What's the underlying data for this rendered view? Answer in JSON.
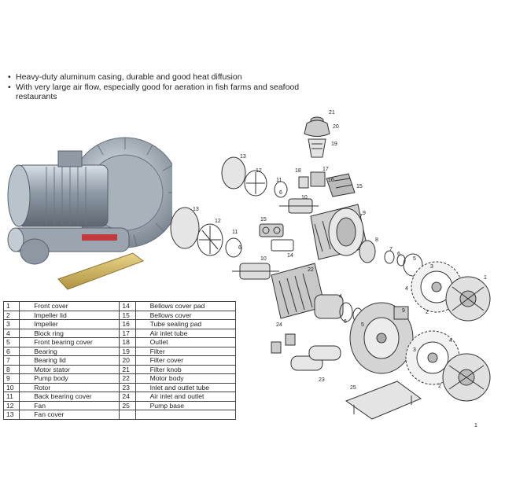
{
  "bullets": [
    "Heavy-duty aluminum casing, durable and good heat diffusion",
    "With very large air flow, especially good for aeration in fish farms and seafood restaurants"
  ],
  "parts": [
    {
      "num": "1",
      "name": "Front cover"
    },
    {
      "num": "2",
      "name": "Impeller lid"
    },
    {
      "num": "3",
      "name": "Impeller"
    },
    {
      "num": "4",
      "name": "Block ring"
    },
    {
      "num": "5",
      "name": "Front bearing cover"
    },
    {
      "num": "6",
      "name": "Bearing"
    },
    {
      "num": "7",
      "name": "Bearing lid"
    },
    {
      "num": "8",
      "name": "Motor stator"
    },
    {
      "num": "9",
      "name": "Pump body"
    },
    {
      "num": "10",
      "name": "Rotor"
    },
    {
      "num": "11",
      "name": "Back bearing cover"
    },
    {
      "num": "12",
      "name": "Fan"
    },
    {
      "num": "13",
      "name": "Fan cover"
    },
    {
      "num": "14",
      "name": "Bellows cover pad"
    },
    {
      "num": "15",
      "name": "Bellows cover"
    },
    {
      "num": "16",
      "name": "Tube sealing pad"
    },
    {
      "num": "17",
      "name": "Air inlet tube"
    },
    {
      "num": "18",
      "name": "Outlet"
    },
    {
      "num": "19",
      "name": "Filter"
    },
    {
      "num": "20",
      "name": "Filter cover"
    },
    {
      "num": "21",
      "name": "Filter knob"
    },
    {
      "num": "22",
      "name": "Motor body"
    },
    {
      "num": "23",
      "name": "Inlet and outlet tube"
    },
    {
      "num": "24",
      "name": "Air inlet and outlet"
    },
    {
      "num": "25",
      "name": "Pump base"
    }
  ],
  "diagram_labels": {
    "c1": "1",
    "c2": "2",
    "c3": "3",
    "c4": "4",
    "c5": "5",
    "c6": "6",
    "c7": "7",
    "c8": "8",
    "c9": "9",
    "c10": "10",
    "c11": "11",
    "c12": "12",
    "c13": "13",
    "c14": "14",
    "c15": "15",
    "c16": "16",
    "c17": "17",
    "c18": "18",
    "c19": "19",
    "c20": "20",
    "c21": "21",
    "c22": "22",
    "c23": "23",
    "c24": "24",
    "c25": "25"
  }
}
